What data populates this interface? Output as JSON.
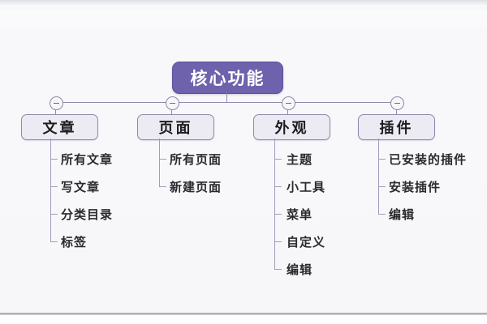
{
  "diagram": {
    "type": "mindmap-tree",
    "orientation": "top-down",
    "root": {
      "label": "核心功能"
    },
    "colors": {
      "root_fill": "#6d62ab",
      "root_text": "#ffffff",
      "node_fill": "#eceaf2",
      "node_border": "#8e89ad",
      "connector": "#8f8bb0",
      "leaf_text": "#2b2b2f",
      "background": "#f7f7f9"
    },
    "toggle_icon": "collapse-minus-icon",
    "branches": [
      {
        "label": "文章",
        "children": [
          "所有文章",
          "写文章",
          "分类目录",
          "标签"
        ]
      },
      {
        "label": "页面",
        "children": [
          "所有页面",
          "新建页面"
        ]
      },
      {
        "label": "外观",
        "children": [
          "主题",
          "小工具",
          "菜单",
          "自定义",
          "编辑"
        ]
      },
      {
        "label": "插件",
        "children": [
          "已安装的插件",
          "安装插件",
          "编辑"
        ]
      }
    ]
  }
}
